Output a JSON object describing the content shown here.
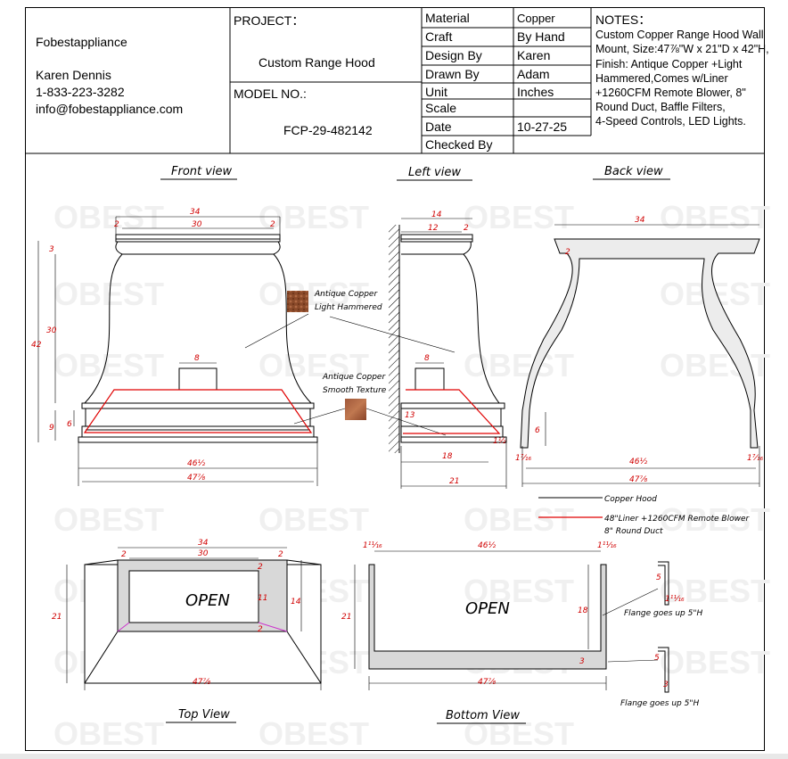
{
  "company": {
    "name": "Fobestappliance",
    "contact": "Karen Dennis",
    "phone": "1-833-223-3282",
    "email": "info@fobestappliance.com"
  },
  "project": {
    "label": "PROJECT：",
    "value": "Custom Range Hood",
    "model_label": "MODEL NO.:",
    "model_value": "FCP-29-482142"
  },
  "spec_table": [
    {
      "label": "Material",
      "value": "Copper"
    },
    {
      "label": "Craft",
      "value": "By Hand"
    },
    {
      "label": "Design By",
      "value": "Karen"
    },
    {
      "label": "Drawn By",
      "value": "Adam"
    },
    {
      "label": "Unit",
      "value": "Inches"
    },
    {
      "label": "Scale",
      "value": ""
    },
    {
      "label": "Date",
      "value": "10-27-25"
    },
    {
      "label": "Checked By",
      "value": ""
    }
  ],
  "notes": {
    "title": "NOTES：",
    "lines": [
      "Custom Copper Range Hood Wall",
      "Mount, Size:47⅞\"W x 21\"D x 42\"H,",
      "Finish: Antique Copper +Light",
      "Hammered,Comes w/Liner",
      "+1260CFM Remote Blower, 8\"",
      "Round Duct, Baffle Filters,",
      "4-Speed Controls, LED Lights."
    ]
  },
  "views": {
    "front": "Front view",
    "left": "Left view",
    "back": "Back view",
    "top": "Top View",
    "bottom": "Bottom View"
  },
  "watermark": "OBEST",
  "finishes": {
    "hammered": [
      "Antique Copper",
      "Light Hammered"
    ],
    "smooth": [
      "Antique Copper",
      "Smooth Texture"
    ]
  },
  "legend": {
    "hood": "Copper Hood",
    "liner": "48\"Liner +1260CFM Remote Blower",
    "duct": "8\" Round Duct"
  },
  "open_label": "OPEN",
  "flange_note": "Flange goes up 5\"H",
  "dims": {
    "front": {
      "top_outer": "34",
      "top_inner": "30",
      "top_edge": "2",
      "cap": "3",
      "body": "30",
      "overall": "42",
      "band": "6",
      "lower": "9",
      "duct": "8",
      "inner_width": "46½",
      "outer_width": "47⅞"
    },
    "left": {
      "top_outer": "14",
      "top_inner": "12",
      "top_edge": "2",
      "duct": "8",
      "liner": "13",
      "base": "18",
      "depth": "21",
      "small": "1½"
    },
    "back": {
      "top": "34",
      "edge": "2",
      "band": "6",
      "inner_width": "46½",
      "outer_width": "47⅞",
      "side": "1⁷⁄₁₆"
    },
    "top": {
      "outer": "34",
      "inner": "30",
      "edge": "2",
      "depth": "21",
      "open_h": "11",
      "side": "14",
      "width": "47⅞"
    },
    "bottom": {
      "inner": "46½",
      "side": "1¹¹⁄₁₆",
      "depth": "21",
      "height": "18",
      "lip": "3",
      "width": "47⅞",
      "flange_h": "5",
      "flange_w": "3"
    }
  },
  "colors": {
    "dim": "#d00000",
    "liner": "#e00000",
    "copper_dark": "#8a4a2a",
    "copper_light": "#b06a45"
  }
}
